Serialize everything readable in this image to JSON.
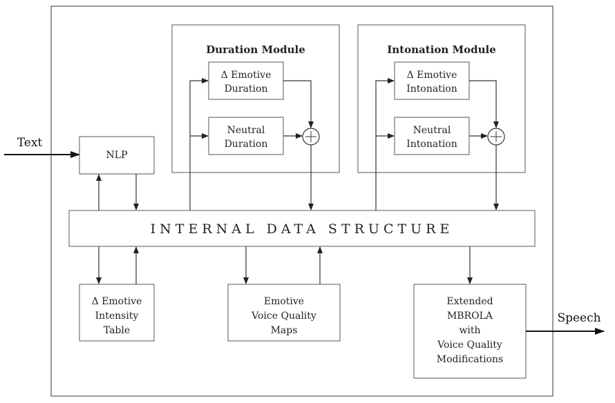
{
  "inputs": {
    "text": "Text",
    "speech": "Speech"
  },
  "nlp": "NLP",
  "duration_module": {
    "title": "Duration Module",
    "emotive": [
      "Δ Emotive",
      "Duration"
    ],
    "neutral": [
      "Neutral",
      "Duration"
    ]
  },
  "intonation_module": {
    "title": "Intonation Module",
    "emotive": [
      "Δ Emotive",
      "Intonation"
    ],
    "neutral": [
      "Neutral",
      "Intonation"
    ]
  },
  "ids": "INTERNAL DATA STRUCTURE",
  "intensity_table": [
    "Δ Emotive",
    "Intensity",
    "Table"
  ],
  "voice_quality_maps": [
    "Emotive",
    "Voice Quality",
    "Maps"
  ],
  "mbrola": [
    "Extended",
    "MBROLA",
    "with",
    "Voice Quality",
    "Modifications"
  ]
}
